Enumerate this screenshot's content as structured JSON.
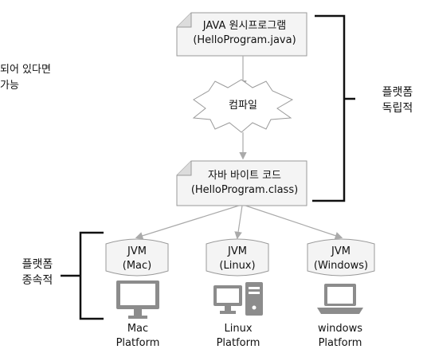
{
  "cut_text": {
    "line1": "되어 있다면",
    "line2": "가능"
  },
  "source_box": {
    "line1": "JAVA 원시프로그램",
    "line2": "(HelloProgram.java)"
  },
  "compile": {
    "label": "컴파일"
  },
  "bytecode_box": {
    "line1": "자바 바이트 코드",
    "line2": "(HelloProgram.class)"
  },
  "platform_independent": {
    "line1": "플랫폼",
    "line2": "독립적"
  },
  "platform_dependent": {
    "line1": "플랫폼",
    "line2": "종속적"
  },
  "jvms": [
    {
      "line1": "JVM",
      "line2": "(Mac)",
      "icon": "monitor-icon",
      "platform1": "Mac",
      "platform2": "Platform"
    },
    {
      "line1": "JVM",
      "line2": "(Linux)",
      "icon": "desktop-tower-icon",
      "platform1": "Linux",
      "platform2": "Platform"
    },
    {
      "line1": "JVM",
      "line2": "(Windows)",
      "icon": "laptop-icon",
      "platform1": "windows",
      "platform2": "Platform"
    }
  ],
  "colors": {
    "box_fill": "#f4f4f4",
    "box_stroke": "#9a9a9a",
    "icon_gray": "#8c8c8c",
    "bracket": "#111111",
    "arrow": "#aaaaaa"
  }
}
